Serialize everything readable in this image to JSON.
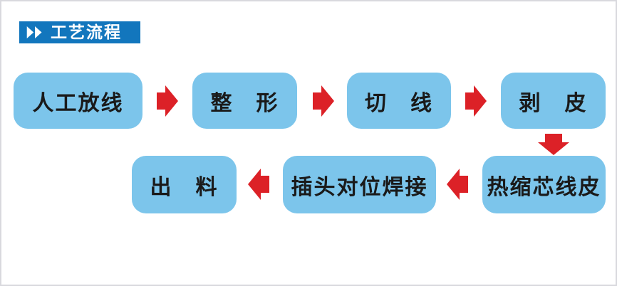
{
  "page": {
    "bg_color": "#ffffff",
    "border_color": "#d9d9de"
  },
  "header": {
    "title": "工艺流程",
    "icon": "double-chevron-right-icon",
    "bg_color": "#1276bd",
    "text_color": "#ffffff"
  },
  "flow": {
    "box_fill": "#7cc5eb",
    "arrow_color": "#dc2127",
    "label_color": "#1a1a1a",
    "steps": [
      {
        "label": "人工放线"
      },
      {
        "label": "整　形"
      },
      {
        "label": "切　线"
      },
      {
        "label": "剥　皮"
      },
      {
        "label": "热缩芯线皮"
      },
      {
        "label": "插头对位焊接"
      },
      {
        "label": "出　料"
      }
    ],
    "connectors": [
      {
        "from": "人工放线",
        "to": "整形",
        "direction": "right"
      },
      {
        "from": "整形",
        "to": "切线",
        "direction": "right"
      },
      {
        "from": "切线",
        "to": "剥皮",
        "direction": "right"
      },
      {
        "from": "剥皮",
        "to": "热缩芯线皮",
        "direction": "down"
      },
      {
        "from": "热缩芯线皮",
        "to": "插头对位焊接",
        "direction": "left"
      },
      {
        "from": "插头对位焊接",
        "to": "出料",
        "direction": "left"
      }
    ]
  }
}
